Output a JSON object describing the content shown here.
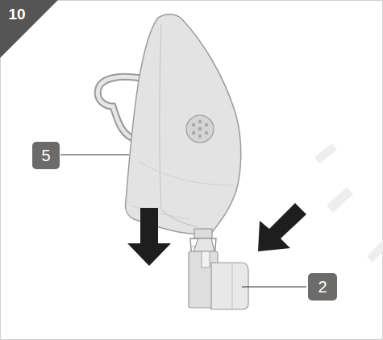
{
  "diagram": {
    "labels": [
      "10",
      "5",
      "2"
    ]
  }
}
